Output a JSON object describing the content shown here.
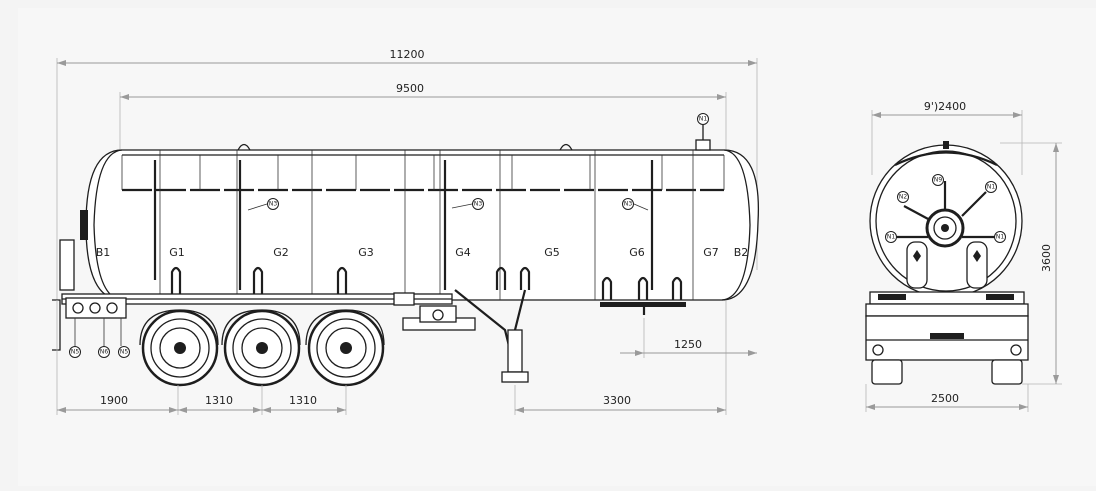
{
  "dimensions": {
    "overall_length": "11200",
    "tank_length": "9500",
    "front_to_axle": "1900",
    "axle_spacing_1": "1310",
    "axle_spacing_2": "1310",
    "rear_to_landing": "3300",
    "rear_overhang": "1250",
    "tank_diameter": "9')2400",
    "height": "3600",
    "width": "2500"
  },
  "compartments": [
    "B1",
    "G1",
    "G2",
    "G3",
    "G4",
    "G5",
    "G6",
    "G7",
    "B2"
  ],
  "callouts": {
    "side_top": "N1",
    "side_g2": "N3",
    "side_g4": "N3",
    "side_g6": "N3",
    "side_bottom_1": "N5",
    "side_bottom_2": "N6",
    "side_bottom_3": "N5",
    "end_upper_left": "N2",
    "end_upper_mid": "N9",
    "end_upper_right": "N1",
    "end_mid_left": "N1",
    "end_mid_right": "N1"
  },
  "colors": {
    "background": "#f7f7f7",
    "ink": "#1e1e1e",
    "dimension": "#9a9a9a"
  }
}
